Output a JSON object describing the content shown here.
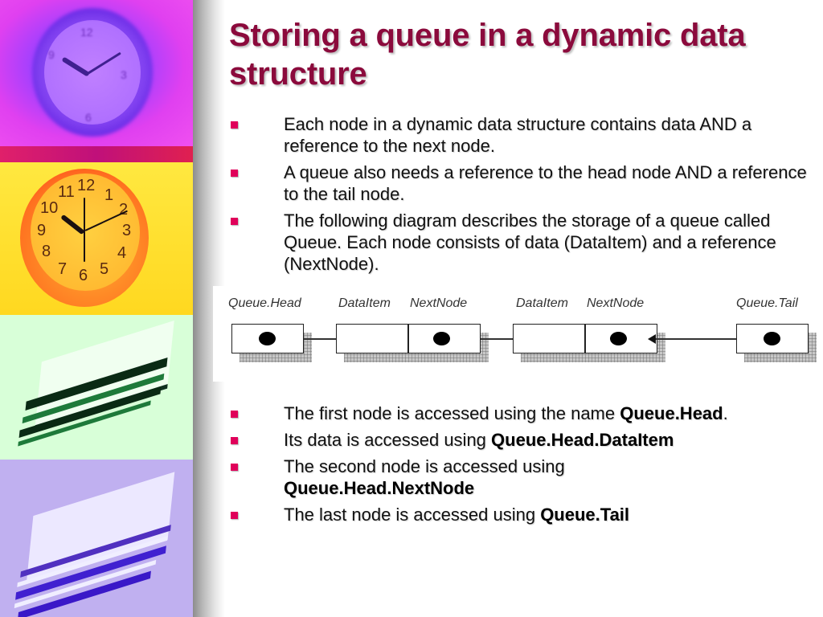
{
  "slide": {
    "title": "Storing a queue in a dynamic data structure",
    "accent_color": "#8b0a3c",
    "bullet_color": "#e0005a",
    "upper_bullets": [
      {
        "text": "Each node in a dynamic data structure contains data AND a reference to the next node."
      },
      {
        "text": "A queue also needs a reference to the head node AND a reference to the tail node."
      },
      {
        "text": "The following diagram describes the storage of a queue called Queue. Each node consists of data (DataItem) and a reference (NextNode)."
      }
    ],
    "lower_bullets": [
      {
        "prefix": "The first node is accessed using the name ",
        "bold": "Queue.Head",
        "suffix": "."
      },
      {
        "prefix": "Its data is accessed using ",
        "bold": "Queue.Head.DataItem",
        "suffix": ""
      },
      {
        "prefix": "The second node is accessed using ",
        "bold": "Queue.Head.NextNode",
        "suffix": ""
      },
      {
        "prefix": "The last node is accessed using ",
        "bold": "Queue.Tail",
        "suffix": ""
      }
    ]
  },
  "diagram": {
    "labels": {
      "head": "Queue.Head",
      "node1_data": "DataItem",
      "node1_next": "NextNode",
      "node2_data": "DataItem",
      "node2_next": "NextNode",
      "tail": "Queue.Tail"
    },
    "icons": {
      "pointer": "filled-dot",
      "arrow": "arrowhead"
    }
  },
  "side_images": [
    {
      "name": "purple-clock"
    },
    {
      "name": "orange-clock"
    },
    {
      "name": "green-books"
    },
    {
      "name": "violet-books"
    }
  ],
  "clock_numbers": [
    "12",
    "1",
    "2",
    "3",
    "4",
    "5",
    "6",
    "7",
    "8",
    "9",
    "10",
    "11"
  ]
}
